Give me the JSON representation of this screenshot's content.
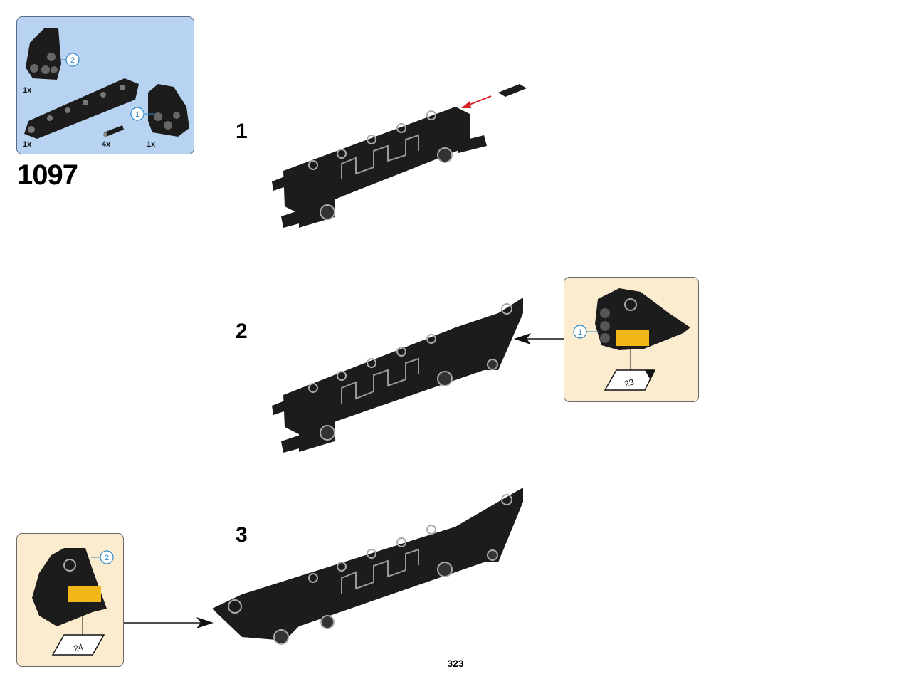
{
  "parts_list": {
    "set_number": "1097",
    "items": [
      {
        "qty": "1x",
        "callout": "2",
        "part": "angle-connector-left"
      },
      {
        "qty": "1x",
        "callout": "",
        "part": "liftarm-beam"
      },
      {
        "qty": "4x",
        "callout": "",
        "part": "axle-pin"
      },
      {
        "qty": "1x",
        "callout": "1",
        "part": "angle-connector-right"
      }
    ]
  },
  "steps": [
    {
      "number": "1"
    },
    {
      "number": "2",
      "callout": {
        "part_ref": "1",
        "sticker": "23"
      }
    },
    {
      "number": "3",
      "callout": {
        "part_ref": "2",
        "sticker": "24"
      }
    }
  ],
  "page_number": "323",
  "colors": {
    "parts_box_bg": "#b7d3f1",
    "callout_bg": "#fbecd0",
    "part_color": "#1c1c1c",
    "arrow_red": "#d8232a",
    "callout_ref": "#2d88c8",
    "sticker_yellow": "#f2b718"
  }
}
